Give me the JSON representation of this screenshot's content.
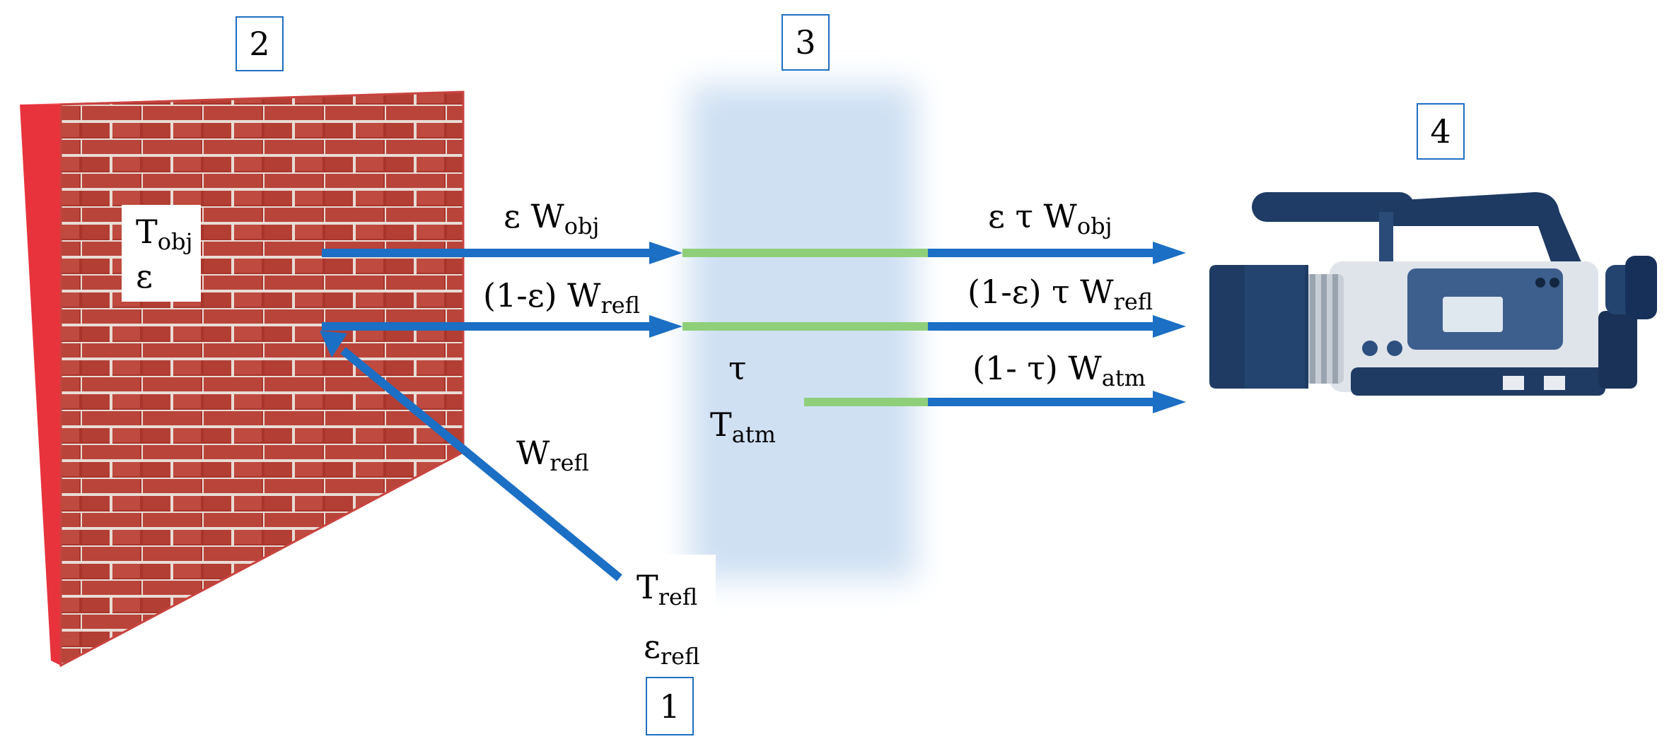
{
  "boxes": {
    "one": "1",
    "two": "2",
    "three": "3",
    "four": "4"
  },
  "wall": {
    "t_base": "T",
    "t_sub": "obj",
    "eps": "ε"
  },
  "refl": {
    "t_base": "T",
    "t_sub": "refl",
    "e_base": "ε",
    "e_sub": "refl"
  },
  "atm": {
    "tau": "τ",
    "t_base": "T",
    "t_sub": "atm"
  },
  "beams": {
    "obj_in": {
      "pre": "ε W",
      "sub": "obj"
    },
    "obj_out": {
      "pre": "ε τ W",
      "sub": "obj"
    },
    "refl_in": {
      "pre": "(1-ε) W",
      "sub": "refl"
    },
    "refl_out": {
      "pre": "(1-ε) τ W",
      "sub": "refl"
    },
    "atm_out": {
      "pre": "(1- τ) W",
      "sub": "atm"
    },
    "refl_source": {
      "pre": "W",
      "sub": "refl"
    }
  },
  "colors": {
    "arrow": "#1b6fc4",
    "atmosphere": "#8fcf7a",
    "wall": "#e8333c",
    "box_border": "#1f6fc2"
  }
}
